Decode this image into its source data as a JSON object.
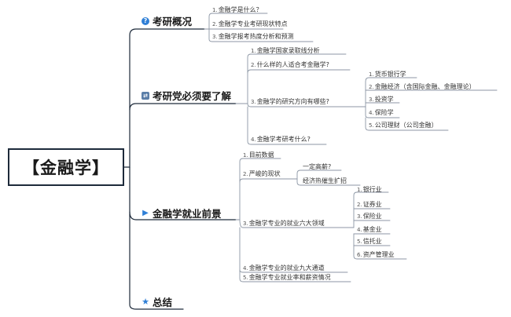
{
  "root": "【金融学】",
  "b1": {
    "title": "考研概况",
    "icon": "question-icon",
    "items": [
      {
        "n": "1.",
        "t": "金融学是什么？"
      },
      {
        "n": "2.",
        "t": "金融学专业考研现状特点"
      },
      {
        "n": "3.",
        "t": "金融学报考热度分析和预测"
      }
    ]
  },
  "b2": {
    "title": "考研党必须要了解",
    "icon": "shuffle-icon",
    "items": [
      {
        "n": "1.",
        "t": "金融学国家录取线分析"
      },
      {
        "n": "2.",
        "t": "什么样的人适合考金融学?"
      },
      {
        "n": "3.",
        "t": "金融学的研究方向有哪些?"
      },
      {
        "n": "4.",
        "t": "金融学考研考什么?"
      }
    ],
    "sub": [
      {
        "n": "1.",
        "t": "货币银行学"
      },
      {
        "n": "2.",
        "t": "金融经济（含国际金融、金融理论）"
      },
      {
        "n": "3.",
        "t": "投资学"
      },
      {
        "n": "4.",
        "t": "保险学"
      },
      {
        "n": "5.",
        "t": "公司理财（公司金融）"
      }
    ]
  },
  "b3": {
    "title": "金融学就业前景",
    "icon": "flag-icon",
    "items": [
      {
        "n": "1.",
        "t": "目前数据"
      },
      {
        "n": "2.",
        "t": "严峻的现状"
      },
      {
        "n": "3.",
        "t": "金融学专业的就业六大领域"
      },
      {
        "n": "4.",
        "t": "金融学专业的就业九大通道"
      },
      {
        "n": "5.",
        "t": "金融学专业就业率和薪资情况"
      }
    ],
    "status": [
      "一定高薪?",
      "经济热催生扩招"
    ],
    "fields": [
      {
        "n": "1.",
        "t": "银行业"
      },
      {
        "n": "2.",
        "t": "证券业"
      },
      {
        "n": "3.",
        "t": "保险业"
      },
      {
        "n": "4.",
        "t": "基金业"
      },
      {
        "n": "5.",
        "t": "信托业"
      },
      {
        "n": "6.",
        "t": "资产管理业"
      }
    ]
  },
  "b4": {
    "title": "总结",
    "icon": "star-icon"
  },
  "colors": {
    "main_line": "#1d2a3a",
    "leaf_line": "#8c96a4"
  }
}
